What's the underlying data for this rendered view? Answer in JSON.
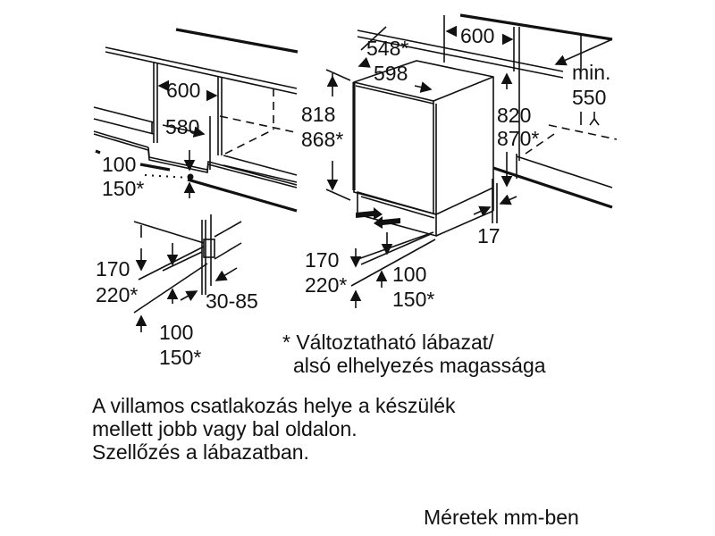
{
  "diagram": {
    "left_view": {
      "dimensions": {
        "niche_width": "600",
        "inner_width": "580",
        "plinth_recess": "100",
        "plinth_recess_alt": "150*"
      }
    },
    "plinth_detail": {
      "dimensions": {
        "plinth_height": "170",
        "plinth_height_alt": "220*",
        "plinth_depth": "30-85",
        "plinth_offset": "100",
        "plinth_offset_alt": "150*"
      }
    },
    "appliance_view": {
      "dimensions": {
        "depth": "548*",
        "width": "598",
        "height": "818",
        "height_alt": "868*",
        "niche_width": "600",
        "niche_height": "820",
        "niche_height_alt": "870*",
        "min_depth_label": "min.",
        "min_depth": "550",
        "door_gap": "17",
        "plinth_height": "170",
        "plinth_height_alt": "220*",
        "plinth_offset": "100",
        "plinth_offset_alt": "150*"
      }
    },
    "footnote": {
      "line1": "* Változtatható lábazat/",
      "line2": "alsó elhelyezés magassága"
    },
    "notes": {
      "line1": "A villamos csatlakozás helye a készülék",
      "line2": "mellett jobb vagy bal oldalon.",
      "line3": "Szellőzés a lábazatban."
    },
    "units_label": "Méretek mm-ben"
  }
}
